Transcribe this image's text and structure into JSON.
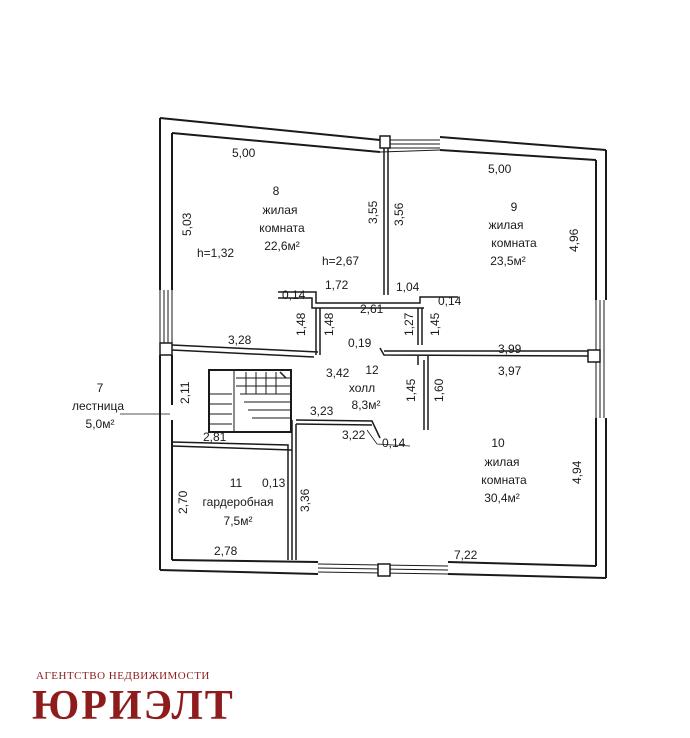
{
  "rooms": {
    "r8": {
      "number": "8",
      "name1": "жилая",
      "name2": "комната",
      "area": "22,6м²"
    },
    "r9": {
      "number": "9",
      "name1": "жилая",
      "name2": "комната",
      "area": "23,5м²"
    },
    "r10": {
      "number": "10",
      "name1": "жилая",
      "name2": "комната",
      "area": "30,4м²"
    },
    "r11": {
      "number": "11",
      "name1": "гардеробная",
      "area": "7,5м²"
    },
    "r12": {
      "number": "12",
      "name1": "холл",
      "area": "8,3м²"
    },
    "r7": {
      "number": "7",
      "name1": "лестница",
      "area": "5,0м²"
    }
  },
  "heights": {
    "h1": "h=1,32",
    "h2": "h=2,67"
  },
  "dims": {
    "d500a": "5,00",
    "d500b": "5,00",
    "d503": "5,03",
    "d355": "3,55",
    "d356": "3,56",
    "d496": "4,96",
    "d172": "1,72",
    "d104": "1,04",
    "d014a": "0,14",
    "d261": "2,61",
    "d014b": "0,14",
    "d148a": "1,48",
    "d148b": "1,48",
    "d127": "1,27",
    "d145a": "1,45",
    "d328": "3,28",
    "d019": "0,19",
    "d399": "3,99",
    "d342": "3,42",
    "d211": "2,11",
    "d397": "3,97",
    "d145b": "1,45",
    "d160": "1,60",
    "d323": "3,23",
    "d322": "3,22",
    "d014c": "0,14",
    "d281": "2,81",
    "d494": "4,94",
    "d013": "0,13",
    "d270": "2,70",
    "d336": "3,36",
    "d278": "2,78",
    "d722": "7,22"
  },
  "brand": {
    "subtitle": "АГЕНТСТВО НЕДВИЖИМОСТИ",
    "name": "ЮРИЭЛТ"
  }
}
